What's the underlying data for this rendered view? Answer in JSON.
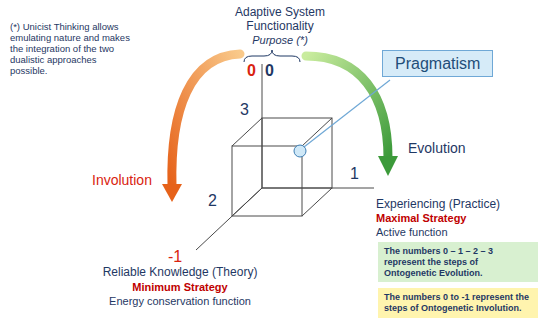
{
  "diagram": {
    "nodes": [
      {
        "text": [
          "Pragmatism"
        ]
      },
      {
        "text": [
          "The numbers 0 – 1 – 2 – 3 represent the steps of Ontogenetic Evolution."
        ]
      },
      {
        "text": [
          "The numbers 0 to -1 represent the steps of Ontogenetic Involution."
        ]
      }
    ],
    "labels": [
      "Adaptive System Functionality",
      "Purpose (*)",
      "(*) Unicist Thinking allows emulating nature and makes the integration of the two dualistic approaches possible.",
      "0",
      "0",
      "3",
      "2",
      "1",
      "-1",
      "Evolution",
      "Involution",
      "Experiencing (Practice)",
      "Maximal Strategy",
      "Active function",
      "Reliable Knowledge (Theory)",
      "Minimum Strategy",
      "Energy conservation function"
    ]
  }
}
